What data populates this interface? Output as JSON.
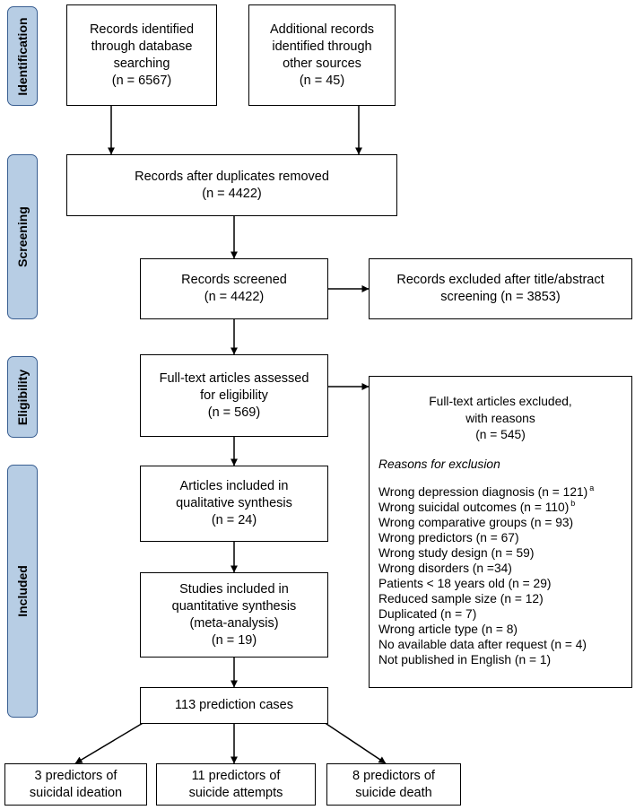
{
  "stages": {
    "identification": "Identification",
    "screening": "Screening",
    "eligibility": "Eligibility",
    "included": "Included"
  },
  "boxes": {
    "db_search": [
      "Records identified",
      "through database",
      "searching",
      "(n = 6567)"
    ],
    "other_sources": [
      "Additional records",
      "identified through",
      "other sources",
      "(n = 45)"
    ],
    "after_duplicates": [
      "Records after duplicates removed",
      "(n = 4422)"
    ],
    "screened": [
      "Records screened",
      "(n = 4422)"
    ],
    "excluded_title": [
      "Records excluded after title/abstract",
      "screening (n = 3853)"
    ],
    "fulltext_assessed": [
      "Full-text articles assessed",
      "for eligibility",
      "(n = 569)"
    ],
    "qualitative": [
      "Articles included in",
      "qualitative synthesis",
      "(n = 24)"
    ],
    "quantitative": [
      "Studies included in",
      "quantitative synthesis",
      "(meta-analysis)",
      "(n = 19)"
    ],
    "prediction_cases": [
      "113 prediction cases"
    ],
    "ideation": [
      "3 predictors of",
      "suicidal ideation"
    ],
    "attempts": [
      "11 predictors of",
      "suicide attempts"
    ],
    "death": [
      "8 predictors of",
      "suicide death"
    ]
  },
  "fulltext_excluded": {
    "heading": [
      "Full-text articles excluded,",
      "with reasons",
      "(n = 545)"
    ],
    "reasons_title": "Reasons for exclusion",
    "reasons": [
      {
        "text": "Wrong depression diagnosis (n = 121)",
        "note": "a"
      },
      {
        "text": "Wrong suicidal outcomes (n = 110)",
        "note": "b"
      },
      {
        "text": "Wrong comparative groups (n = 93)",
        "note": ""
      },
      {
        "text": "Wrong predictors (n = 67)",
        "note": ""
      },
      {
        "text": "Wrong study design (n = 59)",
        "note": ""
      },
      {
        "text": "Wrong disorders (n =34)",
        "note": ""
      },
      {
        "text": "Patients < 18 years old (n = 29)",
        "note": ""
      },
      {
        "text": "Reduced sample size (n = 12)",
        "note": ""
      },
      {
        "text": "Duplicated (n = 7)",
        "note": ""
      },
      {
        "text": "Wrong article type  (n = 8)",
        "note": ""
      },
      {
        "text": "No available data after request (n = 4)",
        "note": ""
      },
      {
        "text": "Not published in English (n = 1)",
        "note": ""
      }
    ]
  },
  "colors": {
    "stage_fill": "#b7cde4",
    "stage_border": "#3a5f92",
    "box_border": "#000000"
  }
}
